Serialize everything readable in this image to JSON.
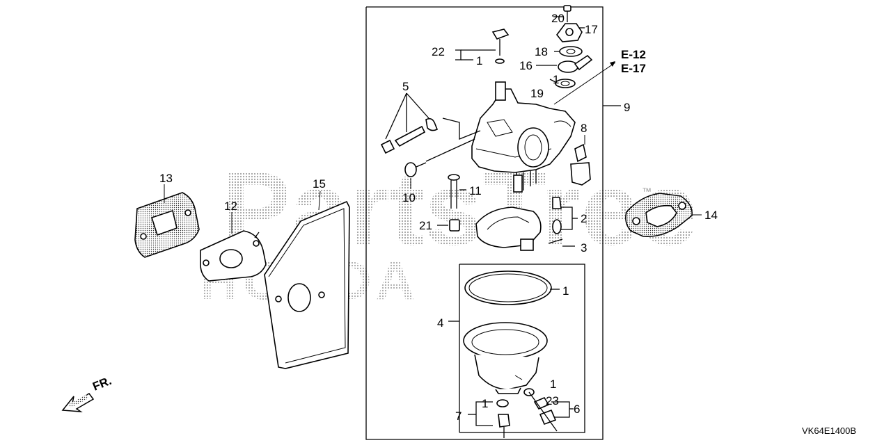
{
  "watermark": {
    "brand": "PartsTree",
    "trademark": "™",
    "sub_brand": "HONDA"
  },
  "diagram_code": "VK64E1400B",
  "direction_label": "FR.",
  "cross_refs": [
    "E-12",
    "E-17"
  ],
  "callouts": {
    "c1a": "1",
    "c1b": "1",
    "c1c": "1",
    "c1d": "1",
    "c1e": "1",
    "c2": "2",
    "c3": "3",
    "c4": "4",
    "c5": "5",
    "c6": "6",
    "c7": "7",
    "c8": "8",
    "c9": "9",
    "c10": "10",
    "c11": "11",
    "c12": "12",
    "c13": "13",
    "c14": "14",
    "c15": "15",
    "c16": "16",
    "c17": "17",
    "c18": "18",
    "c19": "19",
    "c20": "20",
    "c21": "21",
    "c22": "22",
    "c23": "23"
  }
}
